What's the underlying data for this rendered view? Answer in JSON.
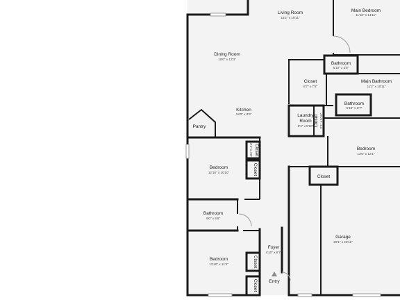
{
  "rooms": {
    "living_room": {
      "name": "Living Room",
      "dims": "15'2\" x 15'11\""
    },
    "main_bedroom": {
      "name": "Main Bedroom",
      "dims": "11'10\" x 14'11\""
    },
    "bathroom_top": {
      "name": "Bathroom",
      "dims": "5'10\" x 3'5\""
    },
    "dining_room": {
      "name": "Dining Room",
      "dims": "18'0\" x 13'3\""
    },
    "closet_main": {
      "name": "Closet",
      "dims": "8'7\" x 7'8\""
    },
    "main_bathroom": {
      "name": "Main Bathroom",
      "dims": "11'2\" x 10'11\""
    },
    "bathroom_mid": {
      "name": "Bathroom",
      "dims": "5'10\" x 3'7\""
    },
    "kitchen": {
      "name": "Kitchen",
      "dims": "18'0\" x 8'6\""
    },
    "laundry_room": {
      "name": "Laundry Room",
      "line1": "Laundry",
      "line2": "Room",
      "dims": "6'1\" x 5'10\""
    },
    "closet_laundry": {
      "name": "Closet",
      "dims": "2'1\" x 5'10\""
    },
    "pantry": {
      "name": "Pantry"
    },
    "closet_bed1_small": {
      "name": "Closet",
      "dims": "2'1\" x 4'9\""
    },
    "closet_bed1": {
      "name": "Closet"
    },
    "bedroom_1": {
      "name": "Bedroom",
      "dims": "12'10\" x 10'10\""
    },
    "bedroom_right": {
      "name": "Bedroom",
      "dims": "13'0\" x 12'1\""
    },
    "closet_right": {
      "name": "Closet"
    },
    "bathroom_left": {
      "name": "Bathroom",
      "dims": "9'0\" x 5'6\""
    },
    "garage": {
      "name": "Garage",
      "dims": "20'1\" x 22'11\""
    },
    "foyer": {
      "name": "Foyer",
      "dims": "4'10\" x 6'7\""
    },
    "bedroom_2": {
      "name": "Bedroom",
      "dims": "12'10\" x 11'3\""
    },
    "closet_bed2_a": {
      "name": "Closet"
    },
    "closet_bed2_b": {
      "name": "Closet"
    },
    "entry": {
      "name": "Entry"
    }
  }
}
